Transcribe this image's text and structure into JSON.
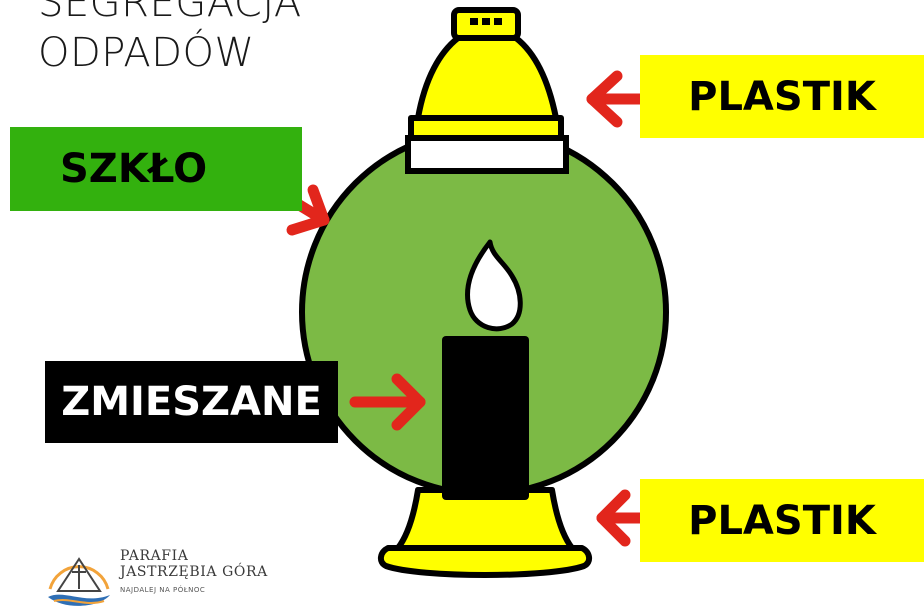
{
  "title": {
    "line1": "SEGREGACJA",
    "line2": "ODPADÓW"
  },
  "labels": {
    "plastik_top": "PLASTIK",
    "szklo": "SZKŁO",
    "zmieszane": "ZMIESZANE",
    "plastik_bottom": "PLASTIK"
  },
  "logo": {
    "line1": "PARAFIA",
    "line2": "JASTRZĘBIA GÓRA",
    "tagline": "NAJDALEJ NA PÓŁNOC"
  },
  "colors": {
    "glass_green": "#7cba45",
    "plastic_yellow": "#ffff00",
    "label_green": "#33b10e",
    "arrow_red": "#e2261c",
    "candle_black": "#000000"
  }
}
